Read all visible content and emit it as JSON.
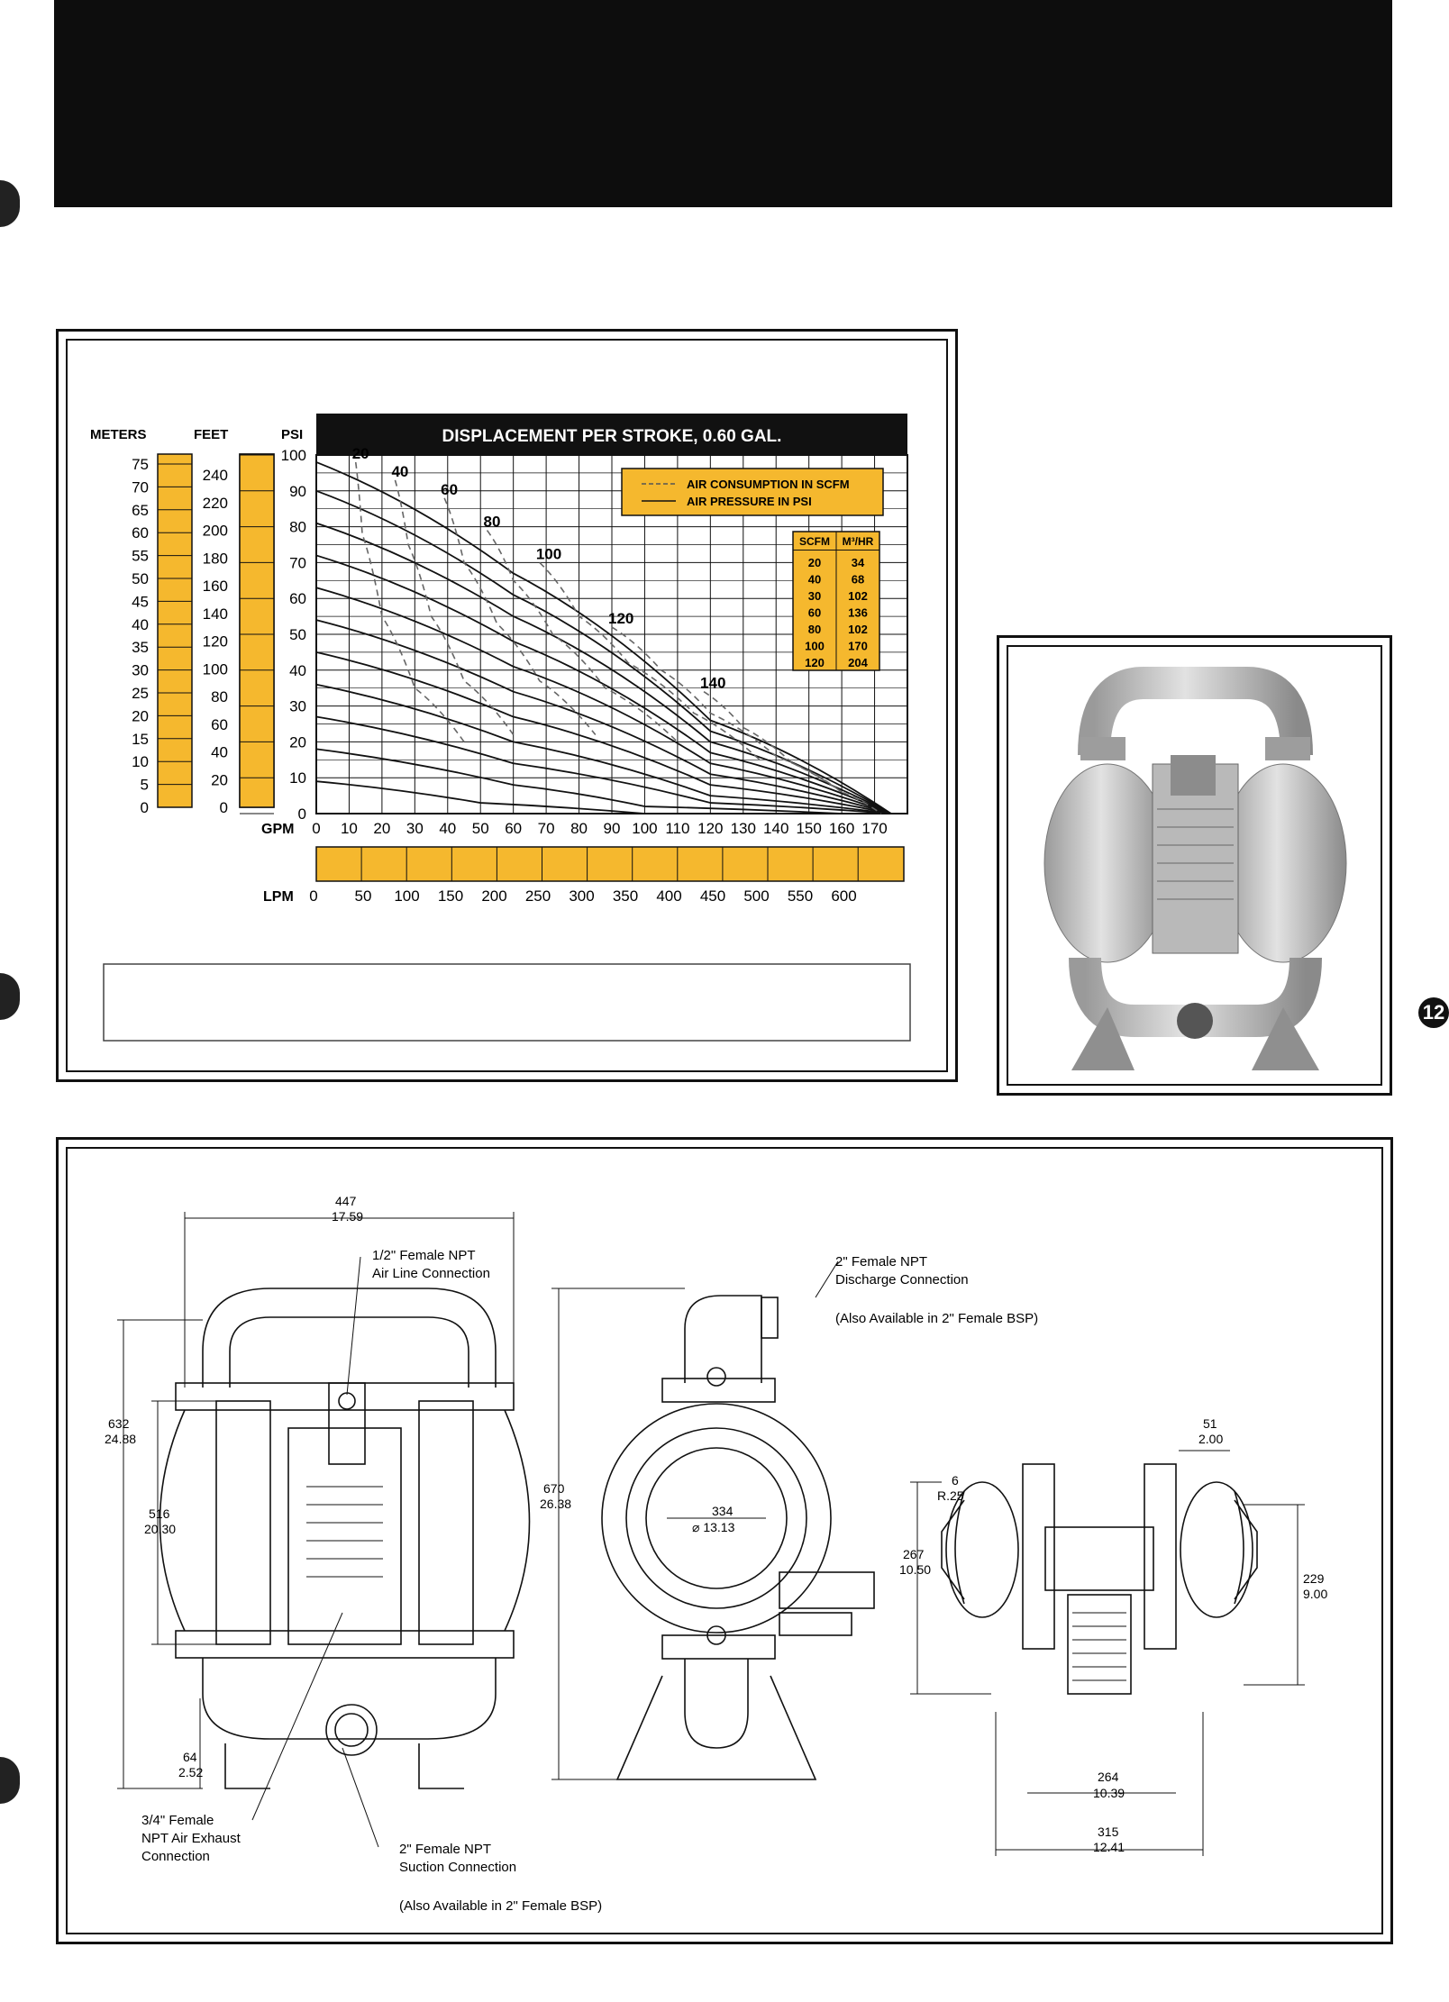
{
  "page_number": "12",
  "chart": {
    "title": "DISPLACEMENT PER STROKE, 0.60 GAL.",
    "left_axes": [
      {
        "label": "METERS",
        "ticks": [
          "75",
          "70",
          "65",
          "60",
          "55",
          "50",
          "45",
          "40",
          "35",
          "30",
          "25",
          "20",
          "15",
          "10",
          "5",
          "0"
        ]
      },
      {
        "label": "FEET",
        "ticks": [
          "240",
          "220",
          "200",
          "180",
          "160",
          "140",
          "120",
          "100",
          "80",
          "60",
          "40",
          "20",
          "0"
        ]
      },
      {
        "label": "PSI",
        "ticks": [
          "100",
          "90",
          "80",
          "70",
          "60",
          "50",
          "40",
          "30",
          "20",
          "10",
          "0"
        ]
      }
    ],
    "gpm_label": "GPM",
    "gpm_ticks": [
      "0",
      "10",
      "20",
      "30",
      "40",
      "50",
      "60",
      "70",
      "80",
      "90",
      "100",
      "110",
      "120",
      "130",
      "140",
      "150",
      "160",
      "170"
    ],
    "lpm_label": "LPM",
    "lpm_ticks": [
      "0",
      "50",
      "100",
      "150",
      "200",
      "250",
      "300",
      "350",
      "400",
      "450",
      "500",
      "550",
      "600"
    ],
    "legend": {
      "dashed": "AIR CONSUMPTION IN SCFM",
      "solid": "AIR PRESSURE IN PSI"
    },
    "conversion_table": {
      "headers": [
        "SCFM",
        "M³/HR"
      ],
      "rows": [
        [
          "20",
          "34"
        ],
        [
          "40",
          "68"
        ],
        [
          "30",
          "102"
        ],
        [
          "60",
          "136"
        ],
        [
          "80",
          "102"
        ],
        [
          "100",
          "170"
        ],
        [
          "120",
          "204"
        ]
      ]
    },
    "scfm_labels": [
      "20",
      "40",
      "60",
      "80",
      "100",
      "120",
      "140"
    ]
  },
  "chart_data": {
    "type": "line",
    "title": "DISPLACEMENT PER STROKE, 0.60 GAL.",
    "xlabel": "GPM",
    "ylabel": "PSI",
    "xlim": [
      0,
      180
    ],
    "ylim": [
      0,
      100
    ],
    "series": [
      {
        "name": "AIR PRESSURE IN PSI",
        "lines": [
          {
            "x": [
              0,
              60,
              120,
              175
            ],
            "y": [
              98,
              67,
              26,
              0
            ]
          },
          {
            "x": [
              0,
              60,
              120,
              175
            ],
            "y": [
              90,
              61,
              23,
              0
            ]
          },
          {
            "x": [
              0,
              60,
              120,
              175
            ],
            "y": [
              81,
              55,
              20,
              0
            ]
          },
          {
            "x": [
              0,
              60,
              120,
              175
            ],
            "y": [
              72,
              48,
              17,
              0
            ]
          },
          {
            "x": [
              0,
              60,
              120,
              175
            ],
            "y": [
              63,
              41,
              14,
              0
            ]
          },
          {
            "x": [
              0,
              60,
              120,
              175
            ],
            "y": [
              54,
              34,
              11,
              0
            ]
          },
          {
            "x": [
              0,
              60,
              120,
              175
            ],
            "y": [
              45,
              27,
              8,
              0
            ]
          },
          {
            "x": [
              0,
              60,
              120,
              175
            ],
            "y": [
              36,
              20,
              5,
              0
            ]
          },
          {
            "x": [
              0,
              60,
              120,
              175
            ],
            "y": [
              27,
              14,
              3,
              0
            ]
          },
          {
            "x": [
              0,
              60,
              100,
              160
            ],
            "y": [
              18,
              8,
              2,
              0
            ]
          },
          {
            "x": [
              0,
              50,
              100,
              130
            ],
            "y": [
              9,
              3,
              0,
              0
            ]
          }
        ]
      },
      {
        "name": "AIR CONSUMPTION IN SCFM",
        "lines": [
          {
            "label": "20",
            "x": [
              12,
              14,
              20,
              30,
              45
            ],
            "y": [
              98,
              78,
              55,
              35,
              20
            ]
          },
          {
            "label": "40",
            "x": [
              24,
              28,
              35,
              45,
              60
            ],
            "y": [
              93,
              75,
              55,
              37,
              22
            ]
          },
          {
            "label": "60",
            "x": [
              39,
              45,
              55,
              68,
              85
            ],
            "y": [
              88,
              70,
              53,
              37,
              22
            ]
          },
          {
            "label": "80",
            "x": [
              52,
              60,
              72,
              88,
              110
            ],
            "y": [
              79,
              65,
              50,
              35,
              20
            ]
          },
          {
            "label": "100",
            "x": [
              68,
              80,
              95,
              115,
              135
            ],
            "y": [
              70,
              55,
              42,
              28,
              15
            ]
          },
          {
            "label": "120",
            "x": [
              90,
              105,
              120,
              140,
              160
            ],
            "y": [
              52,
              40,
              28,
              16,
              6
            ]
          },
          {
            "label": "140",
            "x": [
              118,
              130,
              145,
              160,
              172
            ],
            "y": [
              34,
              24,
              14,
              6,
              0
            ]
          }
        ]
      }
    ]
  },
  "drawing": {
    "front": {
      "width_mm": "447",
      "width_in": "17.59",
      "height_mm": "632",
      "height_in": "24.88",
      "inner_mm": "516",
      "inner_in": "20.30",
      "base_mm": "64",
      "base_in": "2.52",
      "air_inlet": [
        "1/2\" Female NPT",
        "Air Line Connection"
      ],
      "exhaust": [
        "3/4\" Female",
        "NPT Air Exhaust",
        "Connection"
      ],
      "suction": [
        "2\" Female NPT",
        "Suction Connection"
      ],
      "suction_note": "(Also Available in 2\" Female BSP)"
    },
    "side": {
      "height_mm": "670",
      "height_in": "26.38",
      "dia_mm": "334",
      "dia_in": "⌀ 13.13",
      "discharge": [
        "2\" Female NPT",
        "Discharge Connection"
      ],
      "discharge_note": "(Also Available in 2\" Female BSP)"
    },
    "bottom": {
      "w1_mm": "51",
      "w1_in": "2.00",
      "r_mm": "6",
      "r_in": "R.25",
      "h_mm": "267",
      "h_in": "10.50",
      "h2_mm": "229",
      "h2_in": "9.00",
      "b1_mm": "264",
      "b1_in": "10.39",
      "b2_mm": "315",
      "b2_in": "12.41"
    }
  }
}
